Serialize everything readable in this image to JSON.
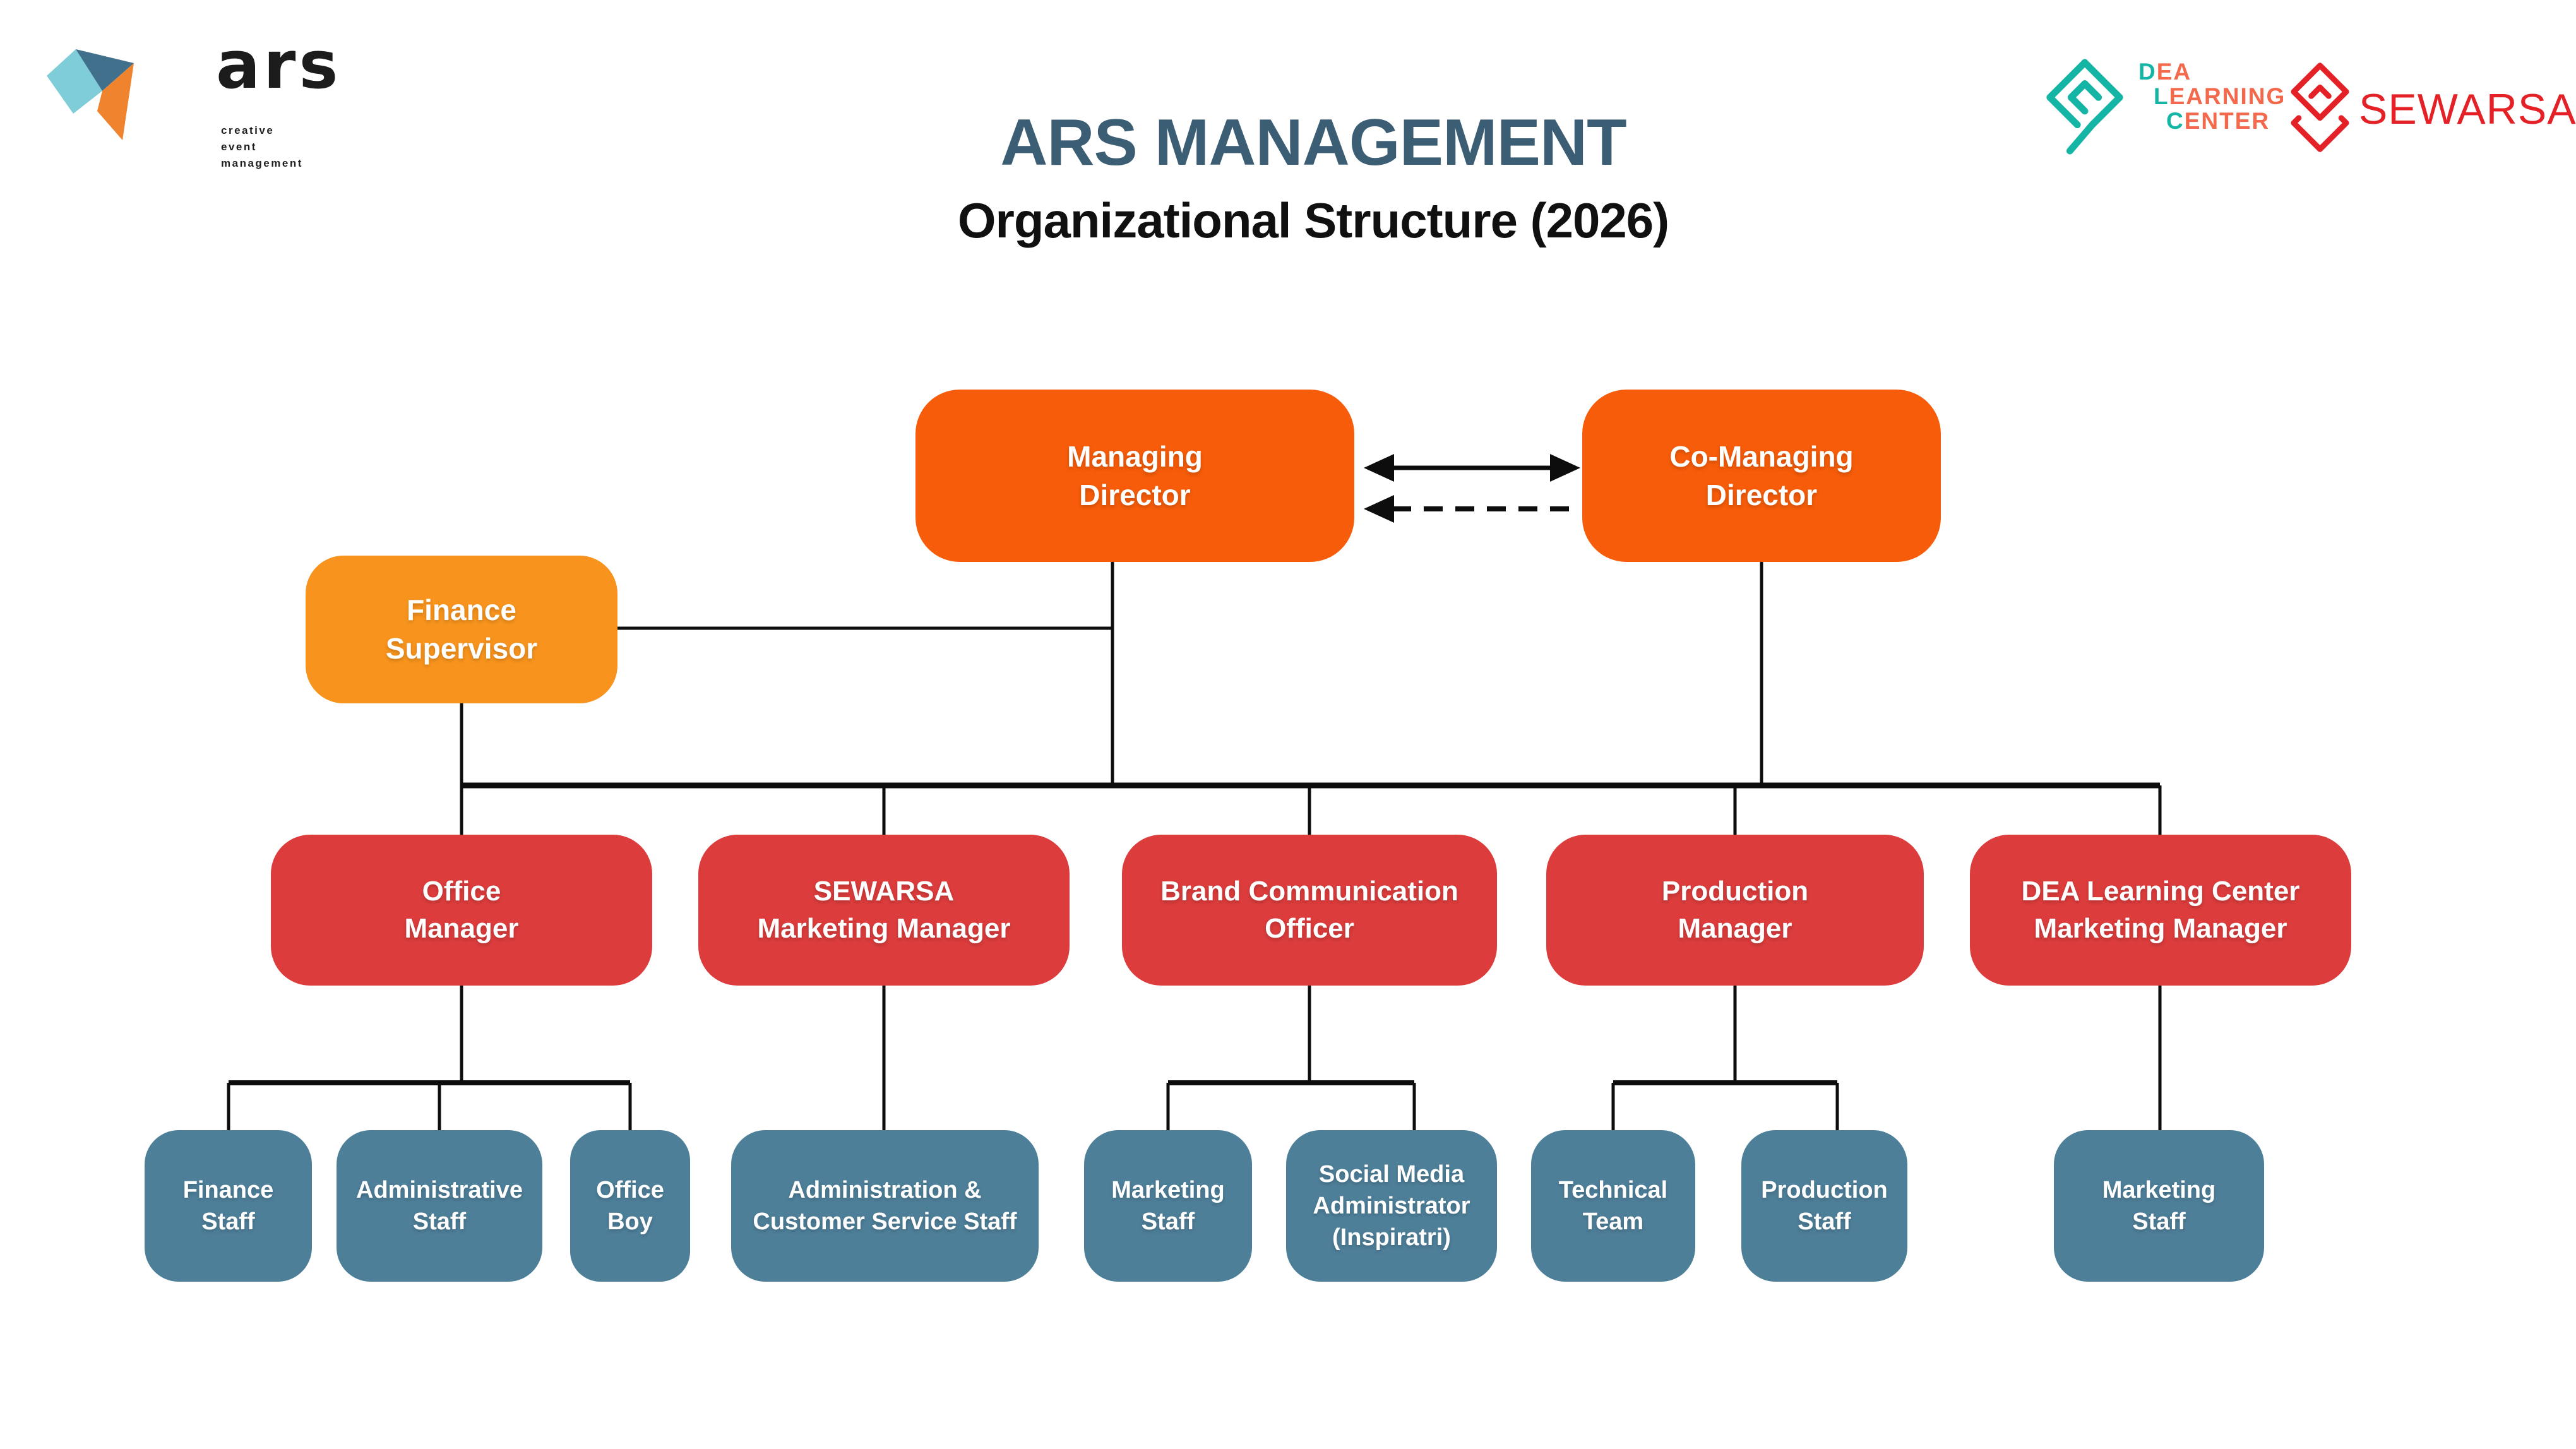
{
  "header": {
    "brand": {
      "name": "ars",
      "tagline_lines": [
        "creative",
        "event",
        "management"
      ],
      "colors": {
        "light_teal": "#7FCDD8",
        "slate": "#41708C",
        "orange": "#F0832D",
        "text": "#1C1C1C"
      }
    },
    "title": "ARS MANAGEMENT",
    "subtitle": "Organizational Structure (2026)",
    "title_color": "#3C5E74",
    "subtitle_color": "#101010",
    "partners": {
      "dea": {
        "lines": [
          {
            "lead": "D",
            "rest": "EA"
          },
          {
            "lead": "L",
            "rest": "EARNING"
          },
          {
            "lead": "C",
            "rest": "ENTER"
          }
        ],
        "teal": "#14B5A5",
        "coral": "#F4694C"
      },
      "sewarsa": {
        "label": "SEWARSA",
        "red": "#E42127"
      }
    }
  },
  "org_chart": {
    "connector_color": "#0d0d0d",
    "relationships": {
      "solid_arrow": "Managing Director <-> Co-Managing Director",
      "dashed_arrow": "Co-Managing Director -> Managing Director"
    },
    "nodes": {
      "managing_director": {
        "label": "Managing\nDirector",
        "color": "#F65C09"
      },
      "co_managing_director": {
        "label": "Co-Managing\nDirector",
        "color": "#F65C09"
      },
      "finance_supervisor": {
        "label": "Finance\nSupervisor",
        "color": "#F8941D"
      },
      "office_manager": {
        "label": "Office\nManager",
        "color": "#DC3C3C"
      },
      "sewarsa_marketing_manager": {
        "label": "SEWARSA\nMarketing Manager",
        "color": "#DC3C3C"
      },
      "brand_communication_officer": {
        "label": "Brand Communication\nOfficer",
        "color": "#DC3C3C"
      },
      "production_manager": {
        "label": "Production\nManager",
        "color": "#DC3C3C"
      },
      "dea_marketing_manager": {
        "label": "DEA Learning Center\nMarketing Manager",
        "color": "#DC3C3C"
      },
      "finance_staff": {
        "label": "Finance\nStaff",
        "color": "#4E7F99"
      },
      "administrative_staff": {
        "label": "Administrative\nStaff",
        "color": "#4E7F99"
      },
      "office_boy": {
        "label": "Office\nBoy",
        "color": "#4E7F99"
      },
      "admin_cs_staff": {
        "label": "Administration &\nCustomer Service Staff",
        "color": "#4E7F99"
      },
      "marketing_staff_sewarsa": {
        "label": "Marketing\nStaff",
        "color": "#4E7F99"
      },
      "social_media_admin": {
        "label": "Social Media\nAdministrator\n(Inspiratri)",
        "color": "#4E7F99"
      },
      "technical_team": {
        "label": "Technical\nTeam",
        "color": "#4E7F99"
      },
      "production_staff": {
        "label": "Production\nStaff",
        "color": "#4E7F99"
      },
      "marketing_staff_dea": {
        "label": "Marketing\nStaff",
        "color": "#4E7F99"
      }
    }
  }
}
